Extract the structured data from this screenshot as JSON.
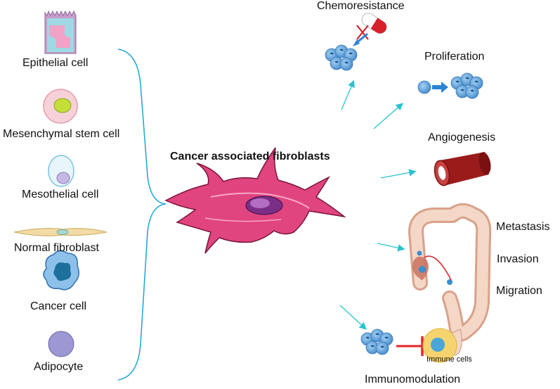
{
  "center": {
    "title": "Cancer associated fibroblasts"
  },
  "sources": [
    {
      "label": "Epithelial cell",
      "icon": "epithelial-cell-icon"
    },
    {
      "label": "Mesenchymal stem cell",
      "icon": "mesenchymal-stem-cell-icon"
    },
    {
      "label": "Mesothelial  cell",
      "icon": "mesothelial-cell-icon"
    },
    {
      "label": "Normal fibroblast",
      "icon": "normal-fibroblast-icon"
    },
    {
      "label": "Cancer cell",
      "icon": "cancer-cell-icon"
    },
    {
      "label": "Adipocyte",
      "icon": "adipocyte-icon"
    }
  ],
  "effects": {
    "chemoresistance": "Chemoresistance",
    "proliferation": "Proliferation",
    "angiogenesis": "Angiogenesis",
    "metastasis": "Metastasis",
    "invasion": "Invasion",
    "migration": "Migration",
    "immunomodulation": "Immunomodulation",
    "immune_cells": "Immune  cells"
  },
  "colors": {
    "bracket": "#29a9d8",
    "arrow": "#29c3cf",
    "caf_body": "#e0457f",
    "blood_vessel": "#9b1b1b",
    "inhibition": "#e0252a",
    "cancer_cell": "#5b9fd8"
  }
}
